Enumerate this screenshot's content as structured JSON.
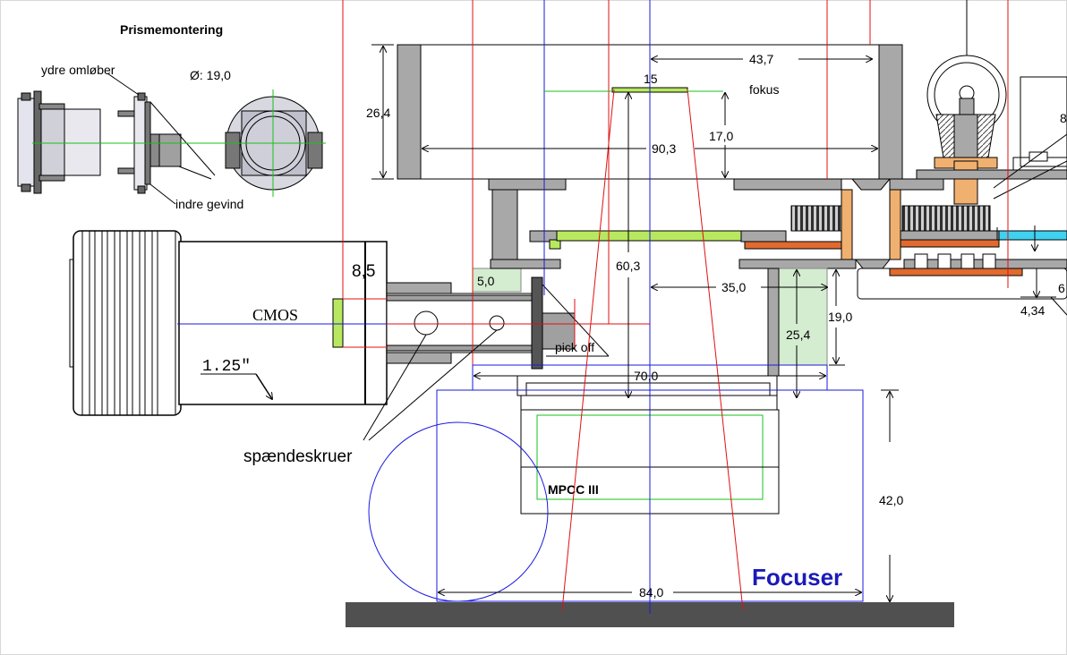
{
  "diagram": {
    "title": "Prismemontering",
    "labels": {
      "ydre_omlober": "ydre omløber",
      "indre_gevind": "indre gevind",
      "diameter": "Ø: 19,0",
      "cmos": "CMOS",
      "barrel": "1.25″",
      "spaendeskruer": "spændeskruer",
      "pick_off": "pick off",
      "fokus": "fokus",
      "mpcc": "MPCC III",
      "focuser": "Focuser"
    },
    "dimensions": {
      "d_26_4": "26,4",
      "d_43_7": "43,7",
      "d_15": "15",
      "d_90_3": "90,3",
      "d_17_0": "17,0",
      "d_60_3": "60,3",
      "d_35_0": "35,0",
      "d_8_5": "8,5",
      "d_5_0": "5,0",
      "d_19_0": "19,0",
      "d_25_4": "25,4",
      "d_70_0": "70,0",
      "d_42_0": "42,0",
      "d_84_0": "84,0",
      "d_4_34": "4,34",
      "d_edge_8": "8",
      "d_edge_6": "6"
    },
    "colors": {
      "red_line": "#e01010",
      "blue_line": "#1a1ae0",
      "green_line": "#18c018",
      "gray_part": "#a8a8a8",
      "light_green_fill": "#d4ecd0",
      "yellow_green": "#b8e860",
      "orange_part": "#f0b070",
      "dark_orange": "#e06a30",
      "cyan_part": "#40d0f0",
      "base_dark": "#505050",
      "focuser_text": "#1a1ab8"
    }
  }
}
